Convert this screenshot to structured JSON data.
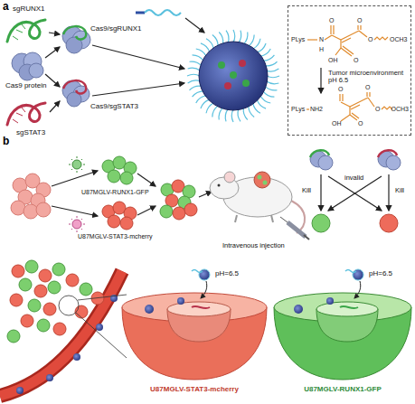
{
  "diagram": {
    "nodes": [
      {
        "text": [
          "PLys",
          "H",
          "N",
          "O",
          "O",
          "OH",
          "O",
          "O",
          "OCH3",
          "Tumor microenvironment pH 6.5",
          "PLys",
          "NH2",
          "O",
          "O",
          "OH",
          "O",
          "O",
          "OCH3"
        ]
      }
    ],
    "labels": [
      "a",
      "sgRUNX1",
      "Cas9/sgRUNX1",
      "Cas9 protein",
      "Cas9/sgSTAT3",
      "sgSTAT3",
      "b",
      "U87MGLV-RUNX1-GFP",
      "U87MGLV-STAT3-mcherry",
      "Intravenous injection",
      "Kill",
      "invalid",
      "Kill",
      "pH=6.5",
      "pH=6.5",
      "U87MGLV-STAT3-mcherry",
      "U87MGLV-RUNX1-GFP"
    ]
  }
}
